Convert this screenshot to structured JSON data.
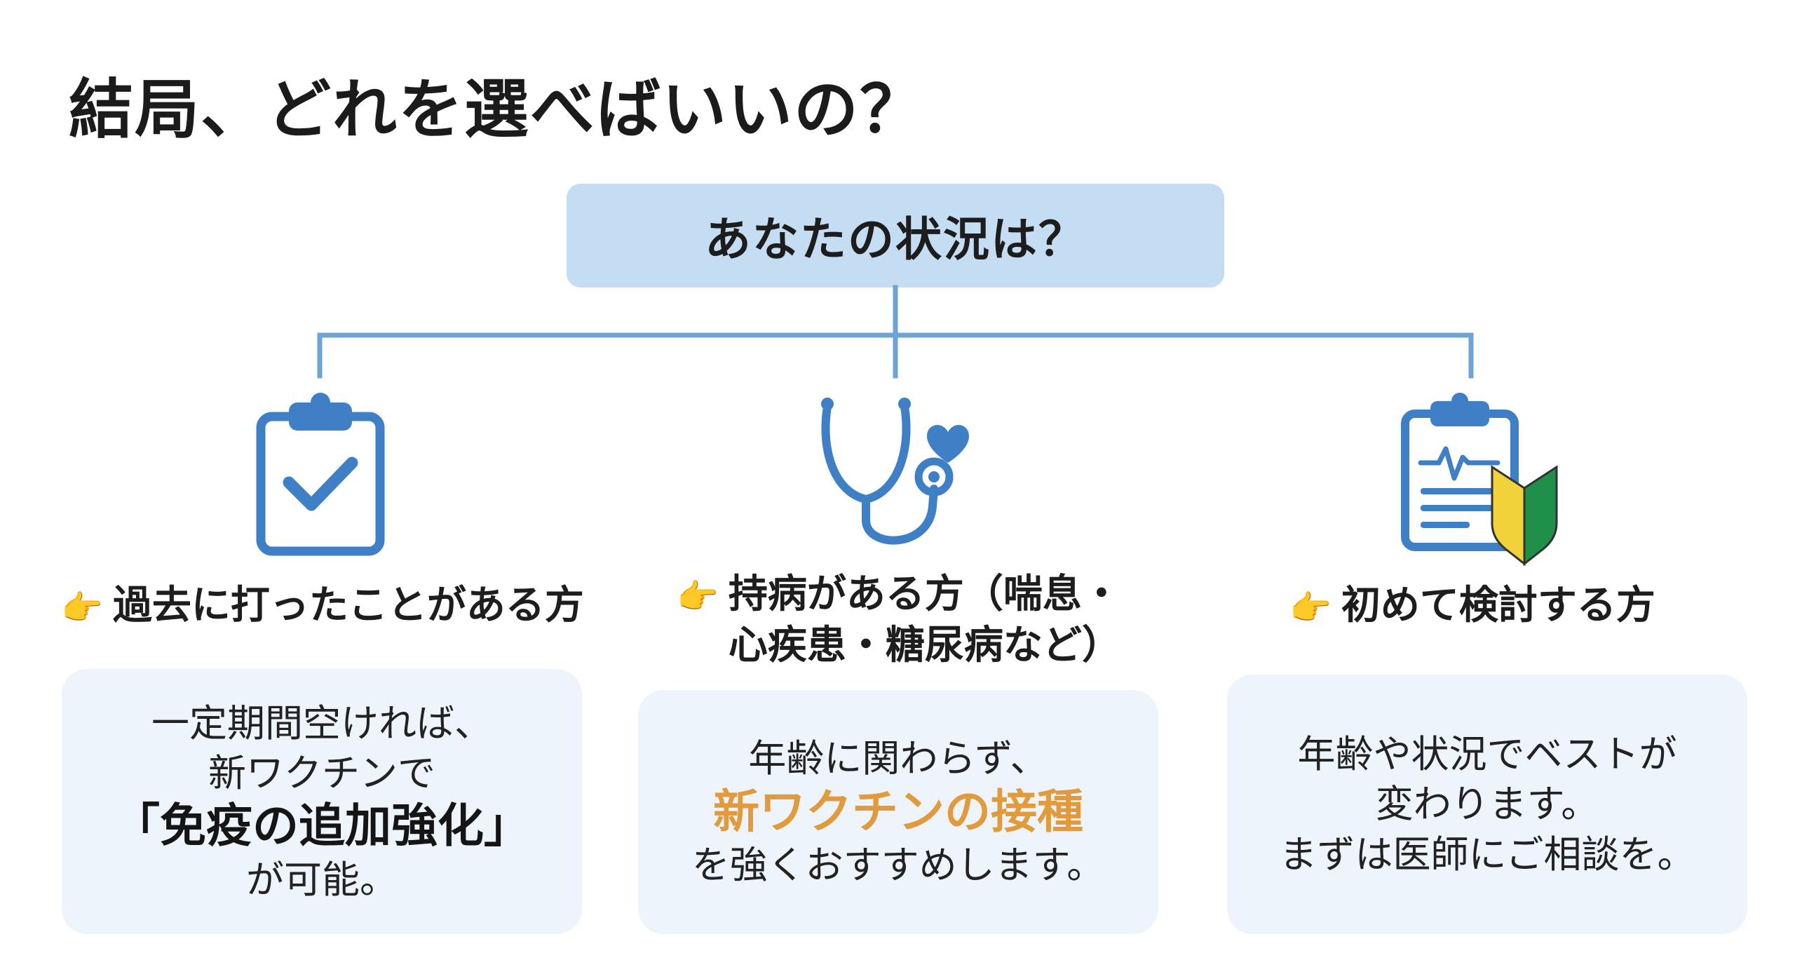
{
  "title": "結局、どれを選べばいいの？",
  "root": {
    "label": "あなたの状況は？"
  },
  "branches": [
    {
      "hand": "👉",
      "label_lines": [
        "過去に打ったことがある方"
      ],
      "card_lines": [
        "一定期間空ければ、",
        "新ワクチンで",
        "「免疫の追加強化」",
        "が可能。"
      ]
    },
    {
      "hand": "👉",
      "label_lines": [
        "持病がある方（喘息・",
        "心疾患・糖尿病など）"
      ],
      "card_lines": [
        "年齢に関わらず、",
        "新ワクチンの接種",
        "を強くおすすめします。"
      ]
    },
    {
      "hand": "👉",
      "label_lines": [
        "初めて検討する方"
      ],
      "card_lines": [
        "年齢や状況でベストが",
        "変わります。",
        "まずは医師にご相談を。"
      ]
    }
  ],
  "icons": [
    "clipboard-check-icon",
    "stethoscope-heart-icon",
    "clipboard-beginner-mark-icon"
  ],
  "colors": {
    "icon_blue": "#3f7fc6",
    "connector_blue": "#6ea3d6",
    "root_bg": "#c4ddf2",
    "card_bg": "#eef4fb",
    "accent_orange": "#e19a3c",
    "beginner_green": "#1f8f4a",
    "beginner_yellow": "#f2d23a"
  }
}
